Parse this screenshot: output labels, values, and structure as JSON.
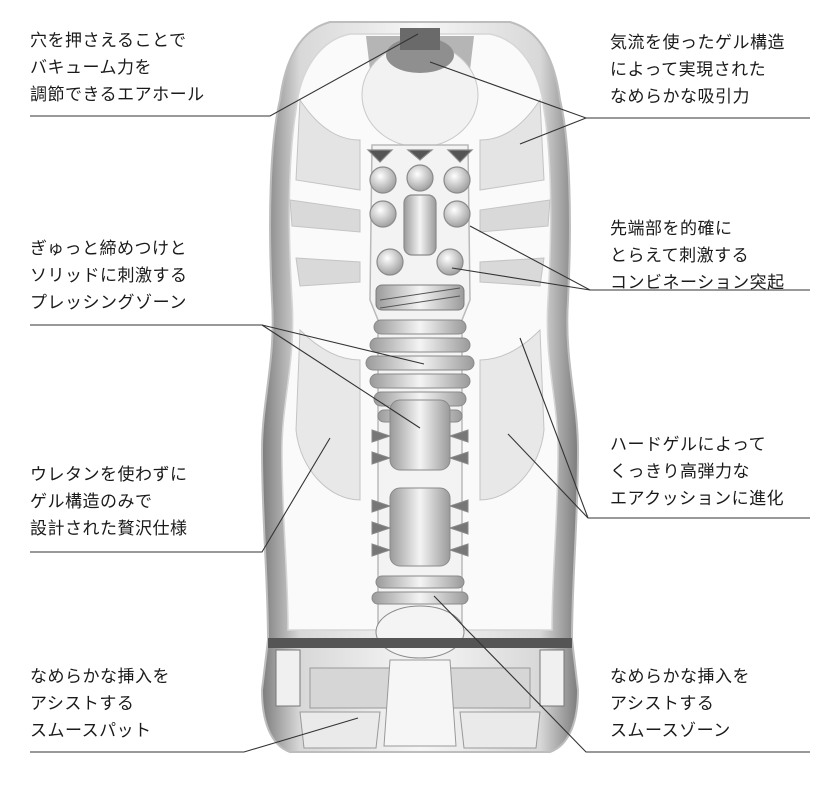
{
  "callouts": {
    "air_hole": [
      "穴を押さえることで",
      "バキューム力を",
      "調節できるエアホール"
    ],
    "suction": [
      "気流を使ったゲル構造",
      "によって実現された",
      "なめらかな吸引力"
    ],
    "tip_bumps": [
      "先端部を的確に",
      "とらえて刺激する",
      "コンビネーション突起"
    ],
    "pressing_zone": [
      "ぎゅっと締めつけと",
      "ソリッドに刺激する",
      "プレッシングゾーン"
    ],
    "hard_gel": [
      "ハードゲルによって",
      "くっきり高弾力な",
      "エアクッションに進化"
    ],
    "urethane_free": [
      "ウレタンを使わずに",
      "ゲル構造のみで",
      "設計された贅沢仕様"
    ],
    "smooth_pad": [
      "なめらかな挿入を",
      "アシストする",
      "スムースパット"
    ],
    "smooth_zone": [
      "なめらかな挿入を",
      "アシストする",
      "スムースゾーン"
    ]
  },
  "colors": {
    "line": "#333333",
    "gel": "#eeeeee",
    "shadow": "#8a8a8a",
    "outline": "#bdbdbd"
  }
}
